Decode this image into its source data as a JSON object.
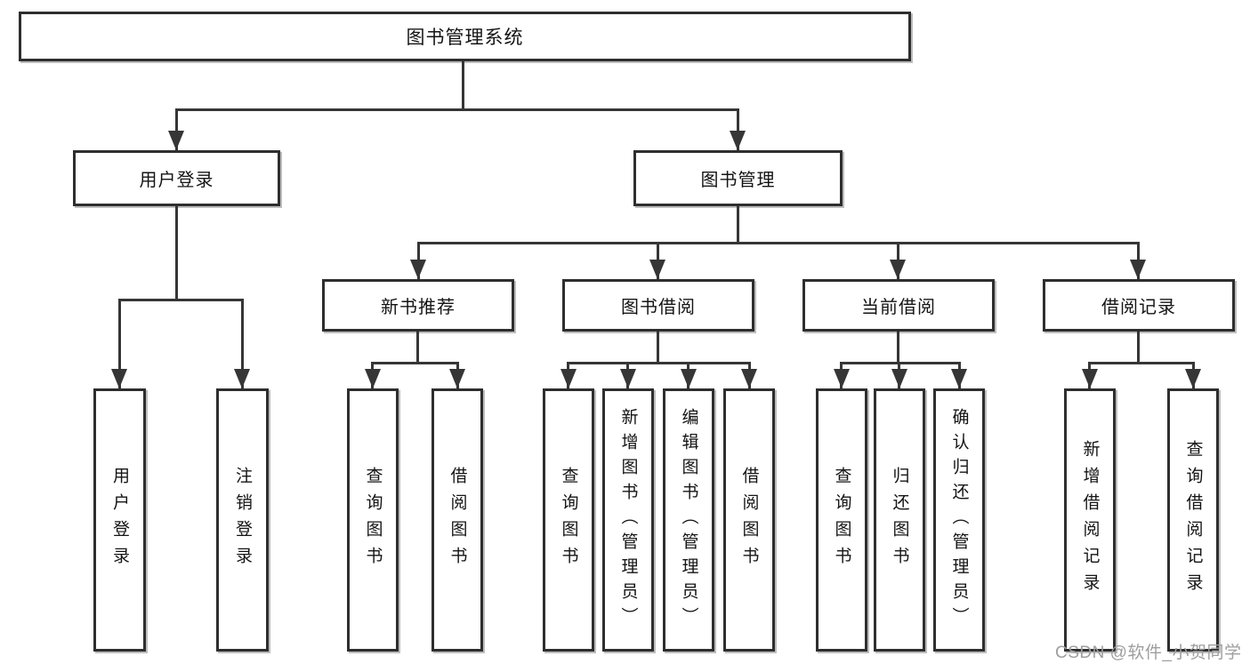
{
  "tree": {
    "root": {
      "label": "图书管理系统"
    },
    "branches": [
      {
        "label": "用户登录",
        "children": [
          {
            "label": "用户登录"
          },
          {
            "label": "注销登录"
          }
        ]
      },
      {
        "label": "图书管理",
        "children": [
          {
            "label": "新书推荐",
            "children": [
              {
                "label": "查询图书"
              },
              {
                "label": "借阅图书"
              }
            ]
          },
          {
            "label": "图书借阅",
            "children": [
              {
                "label": "查询图书"
              },
              {
                "label": "新增图书（管理员）"
              },
              {
                "label": "编辑图书（管理员）"
              },
              {
                "label": "借阅图书"
              }
            ]
          },
          {
            "label": "当前借阅",
            "children": [
              {
                "label": "查询图书"
              },
              {
                "label": "归还图书"
              },
              {
                "label": "确认归还（管理员）"
              }
            ]
          },
          {
            "label": "借阅记录",
            "children": [
              {
                "label": "新增借阅记录"
              },
              {
                "label": "查询借阅记录"
              }
            ]
          }
        ]
      }
    ]
  },
  "watermark": {
    "text": "CSDN @软件_小贺同学"
  },
  "colors": {
    "line": "#363636",
    "box_border": "#2e2e2e",
    "box_shadow": "#bdbdbd",
    "text": "#141414",
    "watermark": "#9e9e9e",
    "background": "#ffffff"
  }
}
